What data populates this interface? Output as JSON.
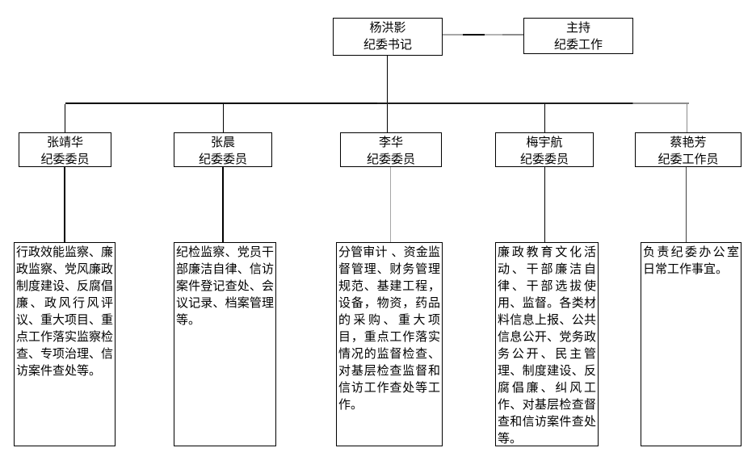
{
  "root": {
    "name": "杨洪影",
    "title": "纪委书记"
  },
  "root_duty": {
    "line1": "主持",
    "line2": "纪委工作"
  },
  "members": [
    {
      "name": "张靖华",
      "title": "纪委委员",
      "duties": "行政效能监察、廉政监察、党风廉政制度建设、反腐倡廉、政风行风评议、重大项目、重点工作落实监察检查、专项治理、信访案件查处等。"
    },
    {
      "name": "张晨",
      "title": "纪委委员",
      "duties": "纪检监察、党员干部廉洁自律、信访案件登记查处、会议记录、档案管理等。"
    },
    {
      "name": "李华",
      "title": "纪委委员",
      "duties": "分管审计 、资金监督管理、财务管理规范、基建工程，设备，物资，药品的采购、重大项目，重点工作落实情况的监督检查、对基层检查监督和信访工作查处等工作。"
    },
    {
      "name": "梅宇航",
      "title": "纪委委员",
      "duties": "廉政教育文化活动、干部廉洁自律、干部选拔使用、监督。各类材料信息上报、公共信息公开、党务政务公开、民主管理、制度建设、反腐倡廉、纠风工作、对基层检查督查和信访案件查处等。"
    },
    {
      "name": "蔡艳芳",
      "title": "纪委工作员",
      "duties": "负责纪委办公室日常工作事宜。"
    }
  ],
  "colors": {
    "line_black": "#000000",
    "line_gray": "#8c8c8c",
    "box_border": "#000000",
    "box_fill": "#ffffff",
    "text": "#000000",
    "background": "#ffffff"
  }
}
